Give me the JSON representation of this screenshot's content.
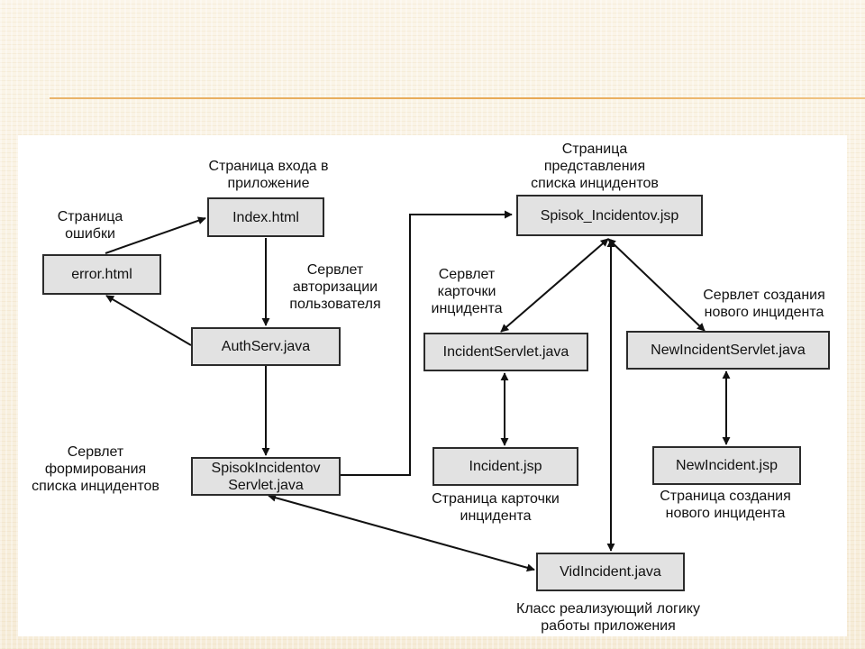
{
  "nodes": {
    "error_html": "error.html",
    "index_html": "Index.html",
    "auth_serv": "AuthServ.java",
    "spisok_servlet": "SpisokIncidentov\nServlet.java",
    "spisok_jsp": "Spisok_Incidentov.jsp",
    "incident_servlet": "IncidentServlet.java",
    "incident_jsp": "Incident.jsp",
    "new_incident_servlet": "NewIncidentServlet.java",
    "new_incident_jsp": "NewIncident.jsp",
    "vid_incident": "VidIncident.java"
  },
  "labels": {
    "error_page": "Страница\nошибки",
    "login_page": "Страница входа в\nприложение",
    "auth_servlet": "Сервлет\nавторизации\nпользователя",
    "list_servlet": "Сервлет\nформирования\nсписка инцидентов",
    "list_page": "Страница\nпредставления\nсписка инцидентов",
    "card_servlet": "Сервлет\nкарточки\nинцидента",
    "card_page": "Страница карточки\nинцидента",
    "create_servlet": "Сервлет создания\nнового инцидента",
    "create_page": "Страница создания\nнового инцидента",
    "logic_class": "Класс реализующий логику\nработы приложения"
  }
}
